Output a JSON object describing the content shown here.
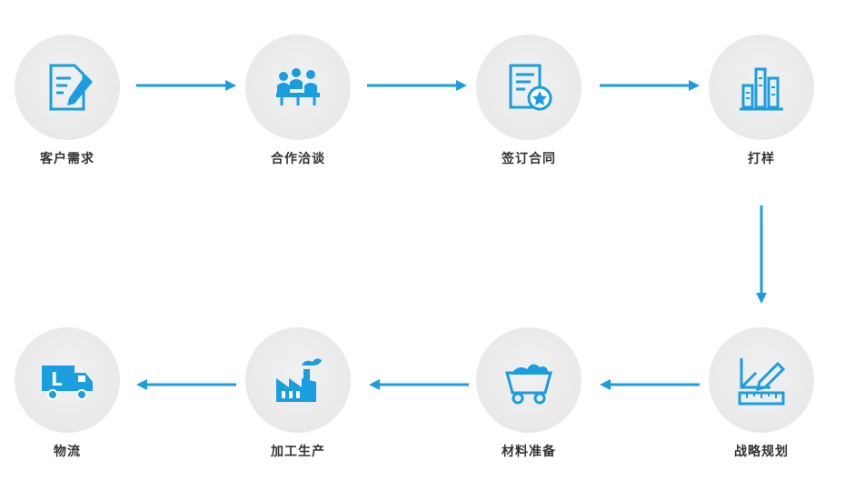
{
  "accent_color": "#1a9ee0",
  "steps": [
    {
      "id": "s1",
      "label": "客户需求",
      "icon": "document-pen-icon"
    },
    {
      "id": "s2",
      "label": "合作洽谈",
      "icon": "meeting-icon"
    },
    {
      "id": "s3",
      "label": "签订合同",
      "icon": "contract-seal-icon"
    },
    {
      "id": "s4",
      "label": "打样",
      "icon": "sample-bars-icon"
    },
    {
      "id": "s5",
      "label": "战略规划",
      "icon": "ruler-pencil-icon"
    },
    {
      "id": "s6",
      "label": "材料准备",
      "icon": "mine-cart-icon"
    },
    {
      "id": "s7",
      "label": "加工生产",
      "icon": "factory-icon"
    },
    {
      "id": "s8",
      "label": "物流",
      "icon": "truck-icon"
    }
  ]
}
